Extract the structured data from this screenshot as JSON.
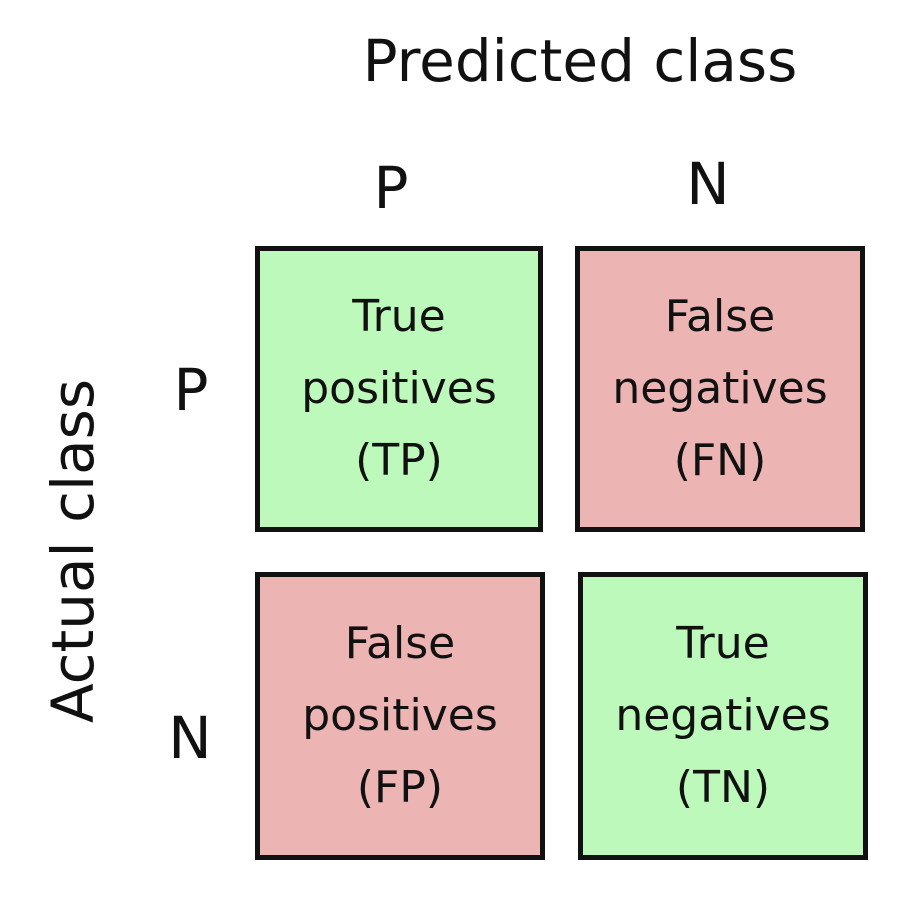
{
  "title": "Predicted class",
  "ylabel": "Actual class",
  "columns": [
    "P",
    "N"
  ],
  "rows": [
    "P",
    "N"
  ],
  "colors": {
    "correct": "#bdf9bb",
    "incorrect": "#ecb5b3",
    "border": "#111111"
  },
  "cells": [
    {
      "line1": "True",
      "line2": "positives",
      "line3": "(TP)",
      "kind": "correct"
    },
    {
      "line1": "False",
      "line2": "negatives",
      "line3": "(FN)",
      "kind": "incorrect"
    },
    {
      "line1": "False",
      "line2": "positives",
      "line3": "(FP)",
      "kind": "incorrect"
    },
    {
      "line1": "True",
      "line2": "negatives",
      "line3": "(TN)",
      "kind": "correct"
    }
  ]
}
